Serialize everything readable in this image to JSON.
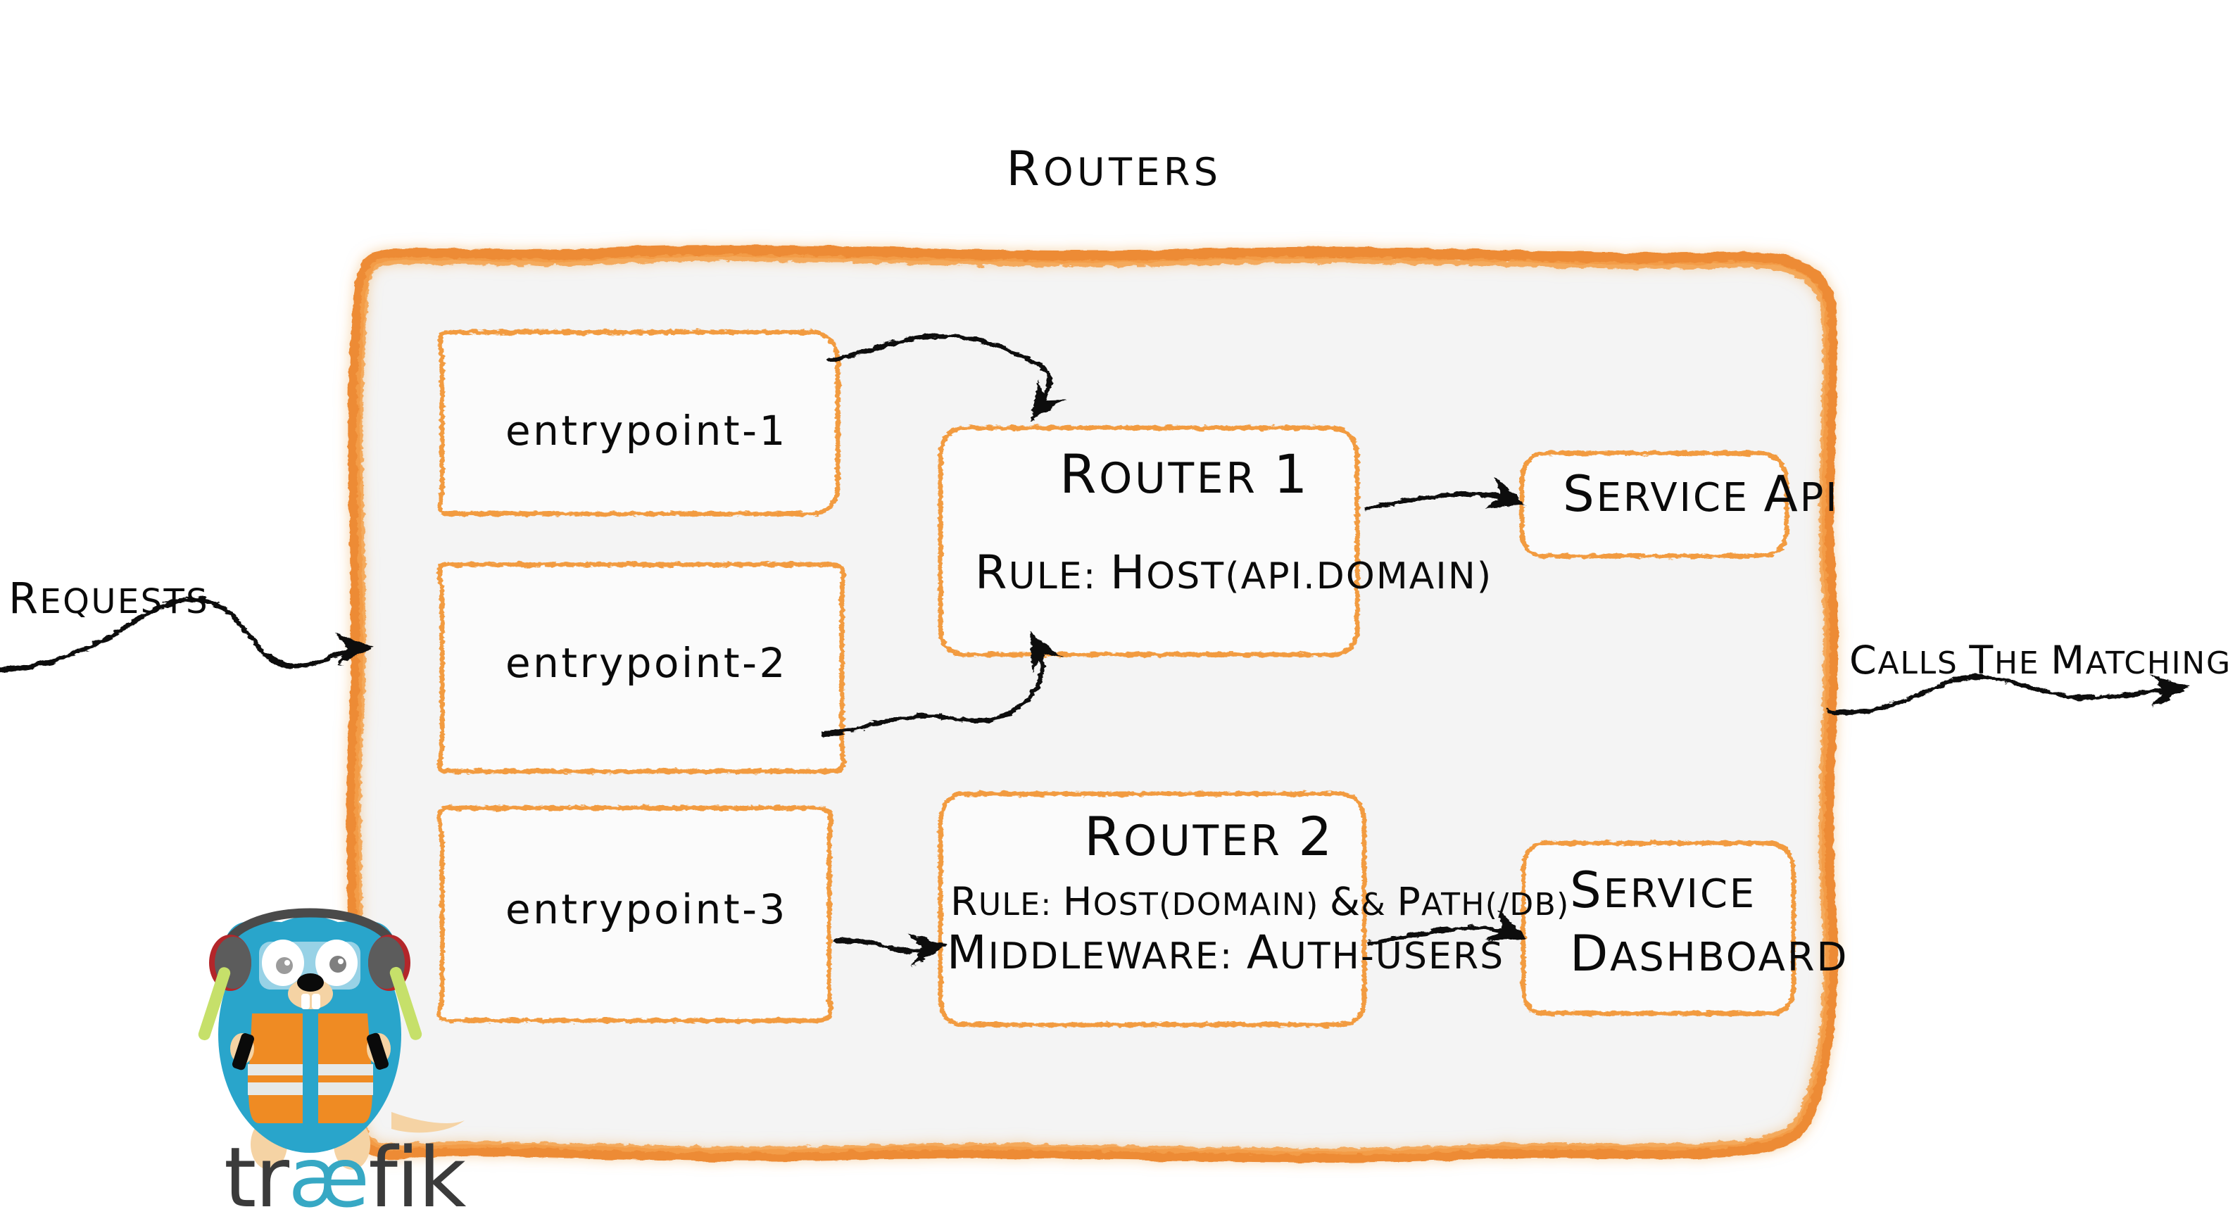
{
  "diagram": {
    "title": "Routers",
    "product": "traefik",
    "theme": {
      "orange": "#ED8B34",
      "orange_light": "#F5A04A",
      "panel_fill": "#F4F4F4",
      "box_fill": "#FBFBFB",
      "ink": "#0A0A0A",
      "gopher_body": "#29A5CB",
      "gopher_vest": "#EF8B23",
      "gopher_wand": "#C6E06A",
      "traefik_wordmark_gray": "#3B3B3B",
      "traefik_wordmark_cyan": "#37A8C4"
    }
  },
  "inbound": {
    "label": "Requests",
    "arrow_name": "requests-arrow"
  },
  "outbound": {
    "label": "Calls the matching server",
    "arrow_name": "calls-arrow"
  },
  "entrypoints": [
    {
      "id": "entrypoint-1",
      "label": "entrypoint-1"
    },
    {
      "id": "entrypoint-2",
      "label": "entrypoint-2"
    },
    {
      "id": "entrypoint-3",
      "label": "entrypoint-3"
    }
  ],
  "routers": [
    {
      "id": "router-1",
      "title": "Router 1",
      "rule_label": "rule:",
      "rule_value": "Host(api.domain)",
      "rule_full": "rule: Host(api.domain)"
    },
    {
      "id": "router-2",
      "title": "Router 2",
      "rule_label": "rule:",
      "rule_value": "Host(domain) && Path(/db)",
      "rule_full": "rule: Host(domain) && Path(/db)",
      "middleware_label": "Middleware:",
      "middleware_value": "auth-users",
      "middleware_full": "Middleware: auth-users"
    }
  ],
  "services": [
    {
      "id": "service-api",
      "label": "Service API",
      "lines": [
        "Service API"
      ]
    },
    {
      "id": "service-dashboard",
      "label": "Service Dashboard",
      "lines": [
        "Service",
        "Dashboard"
      ]
    }
  ],
  "connections": [
    {
      "from": "entrypoint-1",
      "to": "router-1"
    },
    {
      "from": "entrypoint-2",
      "to": "router-1"
    },
    {
      "from": "entrypoint-3",
      "to": "router-2"
    },
    {
      "from": "router-1",
      "to": "service-api"
    },
    {
      "from": "router-2",
      "to": "service-dashboard"
    }
  ],
  "logo": {
    "wordmark_prefix": "tr",
    "wordmark_ligature": "æ",
    "wordmark_suffix": "fik",
    "mascot": "traefik-gopher"
  }
}
